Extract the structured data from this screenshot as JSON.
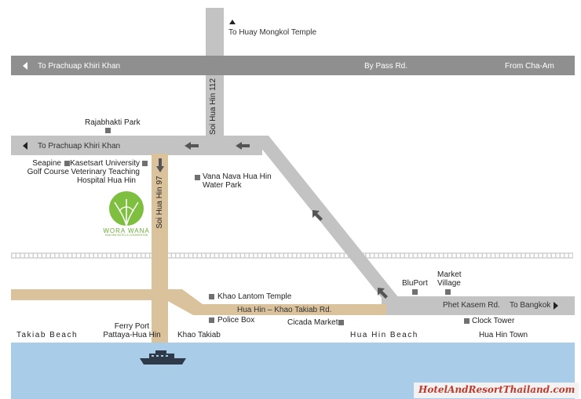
{
  "roads": {
    "bypass_left": "To Prachuap Khiri Khan",
    "bypass_center": "By Pass Rd.",
    "bypass_right": "From Cha-Am",
    "top_north": "To Huay Mongkol Temple",
    "soi112": "Soi Hua Hin 112",
    "mid_left": "To Prachuap Khiri Khan",
    "soi97": "Soi Hua Hin 97",
    "hhkt": "Hua Hin – Khao Takiab Rd.",
    "phet": "Phet Kasem Rd.",
    "bangkok": "To Bangkok"
  },
  "places": {
    "rajabhakti": "Rajabhakti Park",
    "seapine_1": "Seapine",
    "seapine_2": "Golf Course",
    "kasetsart_1": "Kasetsart University",
    "kasetsart_2": "Veterinary Teaching",
    "kasetsart_3": "Hospital Hua Hin",
    "vananava_1": "Vana Nava Hua Hin",
    "vananava_2": "Water Park",
    "bluport": "BluPort",
    "market_1": "Market",
    "market_2": "Village",
    "lantom": "Khao Lantom Temple",
    "policebox": "Police Box",
    "cicada": "Cicada Market",
    "clocktower": "Clock Tower",
    "ferry_1": "Ferry Port",
    "ferry_2": "Pattaya-Hua Hin",
    "khaotakiab": "Khao Takiab",
    "huahintown": "Hua Hin Town"
  },
  "beaches": {
    "takiab": "Takiab Beach",
    "huahin": "Hua Hin Beach"
  },
  "logo": {
    "name": "WORA WANA",
    "tagline": "HUA HIN HOTEL & CONVENTION"
  },
  "watermark": "HotelAndResortThailand.com",
  "colors": {
    "road_gray": "#c3c3c3",
    "bypass_gray": "#8f8f8f",
    "local_road": "#d9c29c",
    "sea": "#a9cde8",
    "logo_green": "#7fbf3f",
    "marker": "#707070"
  }
}
